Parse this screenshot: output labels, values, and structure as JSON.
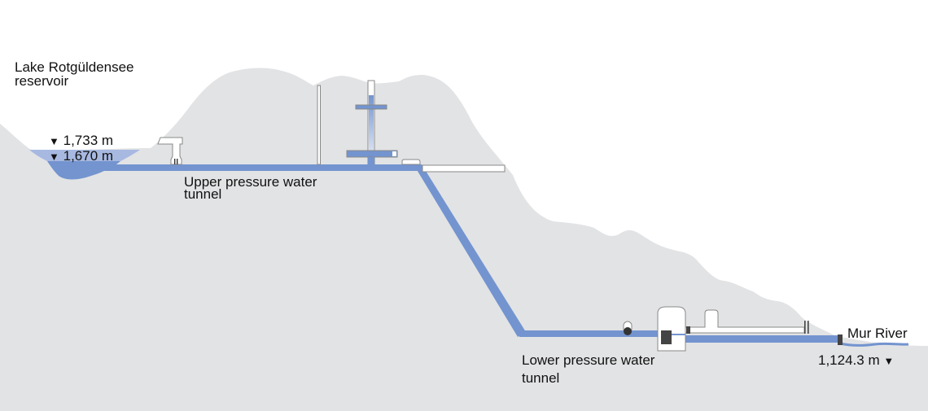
{
  "diagram": {
    "title": "Rotgülden pumped-storage hydropower scheme (cross-section)",
    "colors": {
      "terrain": "#e2e3e5",
      "water_light": "#a7b9e1",
      "water_dark": "#7394cf",
      "tunnel": "#7394cf",
      "structure_fill": "#ffffff",
      "structure_stroke": "#888888",
      "gate": "#444444",
      "text": "#111111"
    },
    "labels": {
      "reservoir_line1": "Lake Rotgüldensee",
      "reservoir_line2": "reservoir",
      "max_level": "1,733 m",
      "min_level": "1,670 m",
      "upper_tunnel_line1": "Upper pressure water",
      "upper_tunnel_line2": "tunnel",
      "lower_tunnel_line1": "Lower pressure water",
      "lower_tunnel_line2": "tunnel",
      "river": "Mur River",
      "river_level": "1,124.3 m"
    },
    "icons": {
      "level_marker": "▼"
    }
  }
}
